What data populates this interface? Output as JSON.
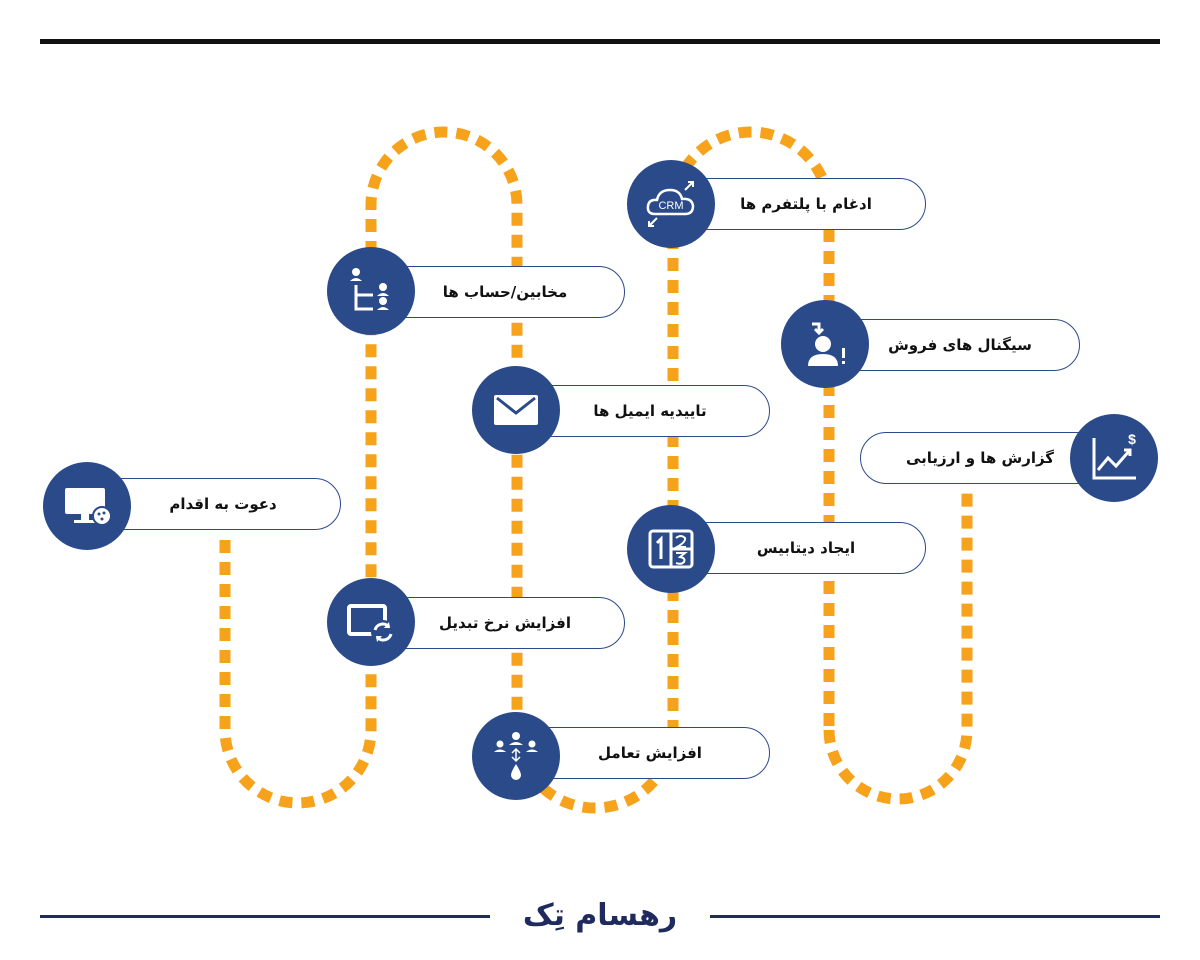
{
  "steps": [
    {
      "label": "دعوت به اقدام",
      "icon": "monitor-cookie-icon"
    },
    {
      "label": "مخابین/حساب ها",
      "icon": "org-chart-icon"
    },
    {
      "label": "افزایش نرخ تبدیل",
      "icon": "screen-refresh-icon"
    },
    {
      "label": "تاییدیه ایمیل ها",
      "icon": "envelope-icon"
    },
    {
      "label": "افزایش تعامل",
      "icon": "people-drop-icon"
    },
    {
      "label": "ایجاد دیتابیس",
      "icon": "numbers-table-icon"
    },
    {
      "label": "ادغام با پلتفرم ها",
      "icon": "crm-cloud-icon",
      "icon_text": "CRM"
    },
    {
      "label": "سیگنال های فروش",
      "icon": "user-alert-icon"
    },
    {
      "label": "گزارش ها و ارزیابی",
      "icon": "chart-dollar-icon"
    }
  ],
  "brand": "رهسام تِک",
  "colors": {
    "path": "#f7a21b",
    "circle": "#2b4a8a",
    "border": "#2b4a8a",
    "rule": "#1f2a5e"
  }
}
